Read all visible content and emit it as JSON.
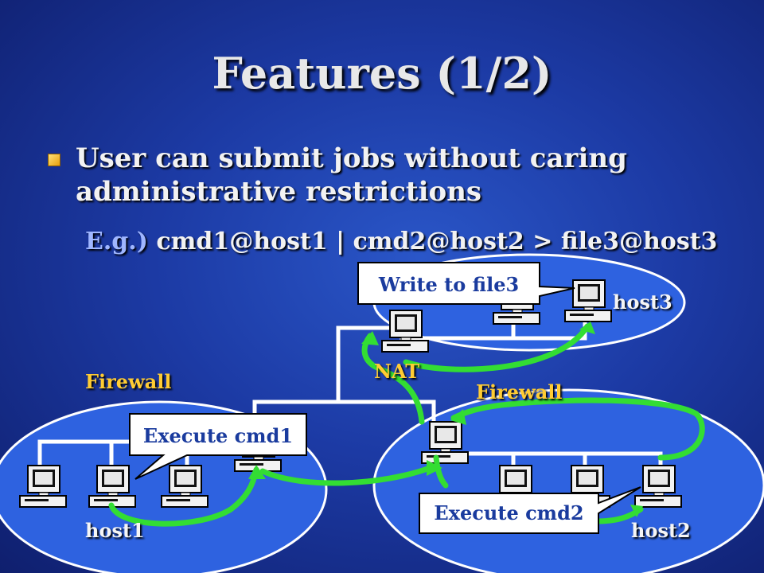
{
  "slide": {
    "title": "Features (1/2)",
    "bullet": "User can submit jobs without caring administrative restrictions",
    "example_prefix": "E.g.)",
    "example_command": "cmd1@host1 | cmd2@host2 > file3@host3"
  },
  "diagram": {
    "labels": {
      "host1": "host1",
      "host2": "host2",
      "host3": "host3",
      "nat": "NAT",
      "firewall_left": "Firewall",
      "firewall_right": "Firewall"
    },
    "callouts": {
      "write": "Write to file3",
      "execute1": "Execute cmd1",
      "execute2": "Execute cmd2"
    }
  },
  "colors": {
    "background": "#1c3aa4",
    "ellipse_fill": "#2e62e0",
    "arrow": "#33dd33",
    "yellow_label": "#ffcc33",
    "callout_text": "#1a3b9e"
  },
  "icons": [
    "computer-icon",
    "bullet-square-icon"
  ]
}
